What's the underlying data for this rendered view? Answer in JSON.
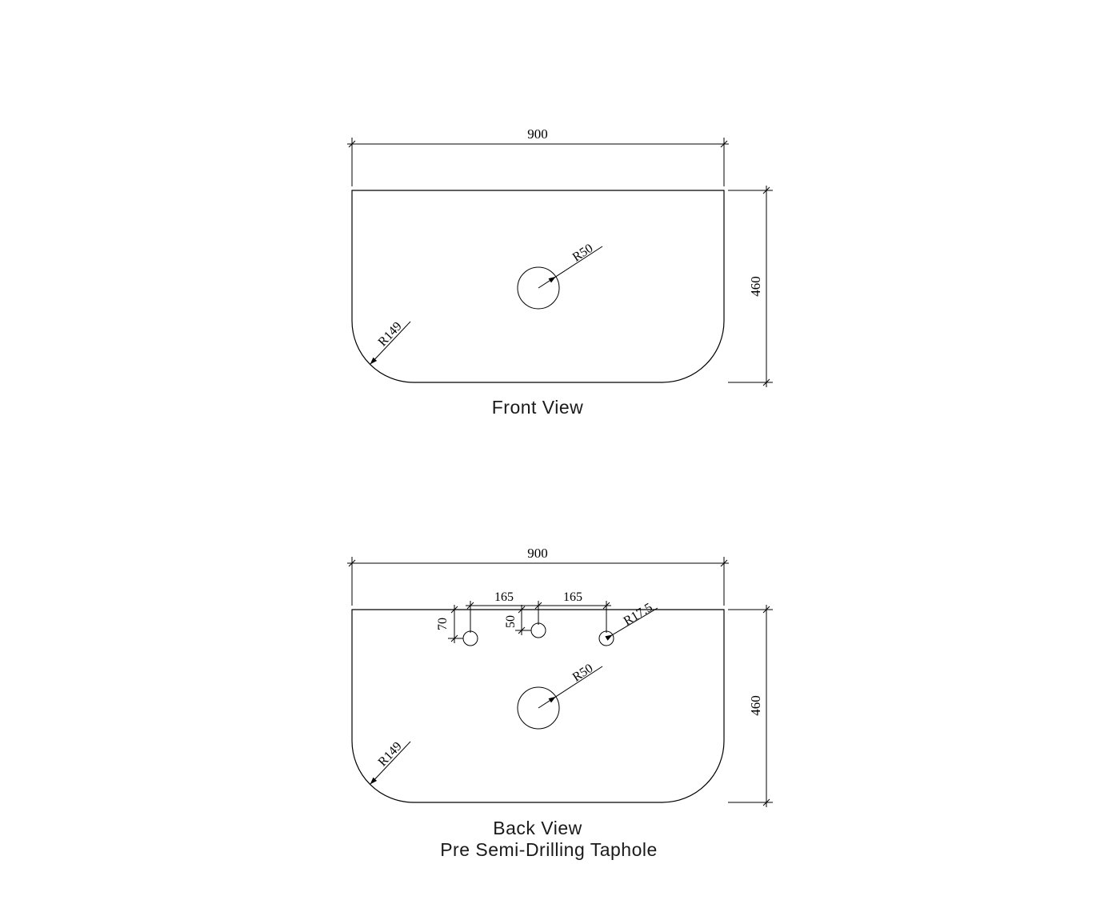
{
  "page": {
    "background": "#ffffff",
    "line_color": "#000000",
    "text_color": "#000000"
  },
  "front_view": {
    "title": "Front View",
    "dims": {
      "width": "900",
      "height": "460",
      "hole_radius": "R50",
      "corner_radius": "R149"
    }
  },
  "back_view": {
    "title": "Back View",
    "subtitle": "Pre Semi-Drilling Taphole",
    "dims": {
      "width": "900",
      "height": "460",
      "hole_radius": "R50",
      "corner_radius": "R149",
      "taphole_radius": "R17.5",
      "taphole_spacing_left": "165",
      "taphole_spacing_right": "165",
      "side_taphole_offset": "70",
      "center_taphole_offset": "50"
    }
  }
}
